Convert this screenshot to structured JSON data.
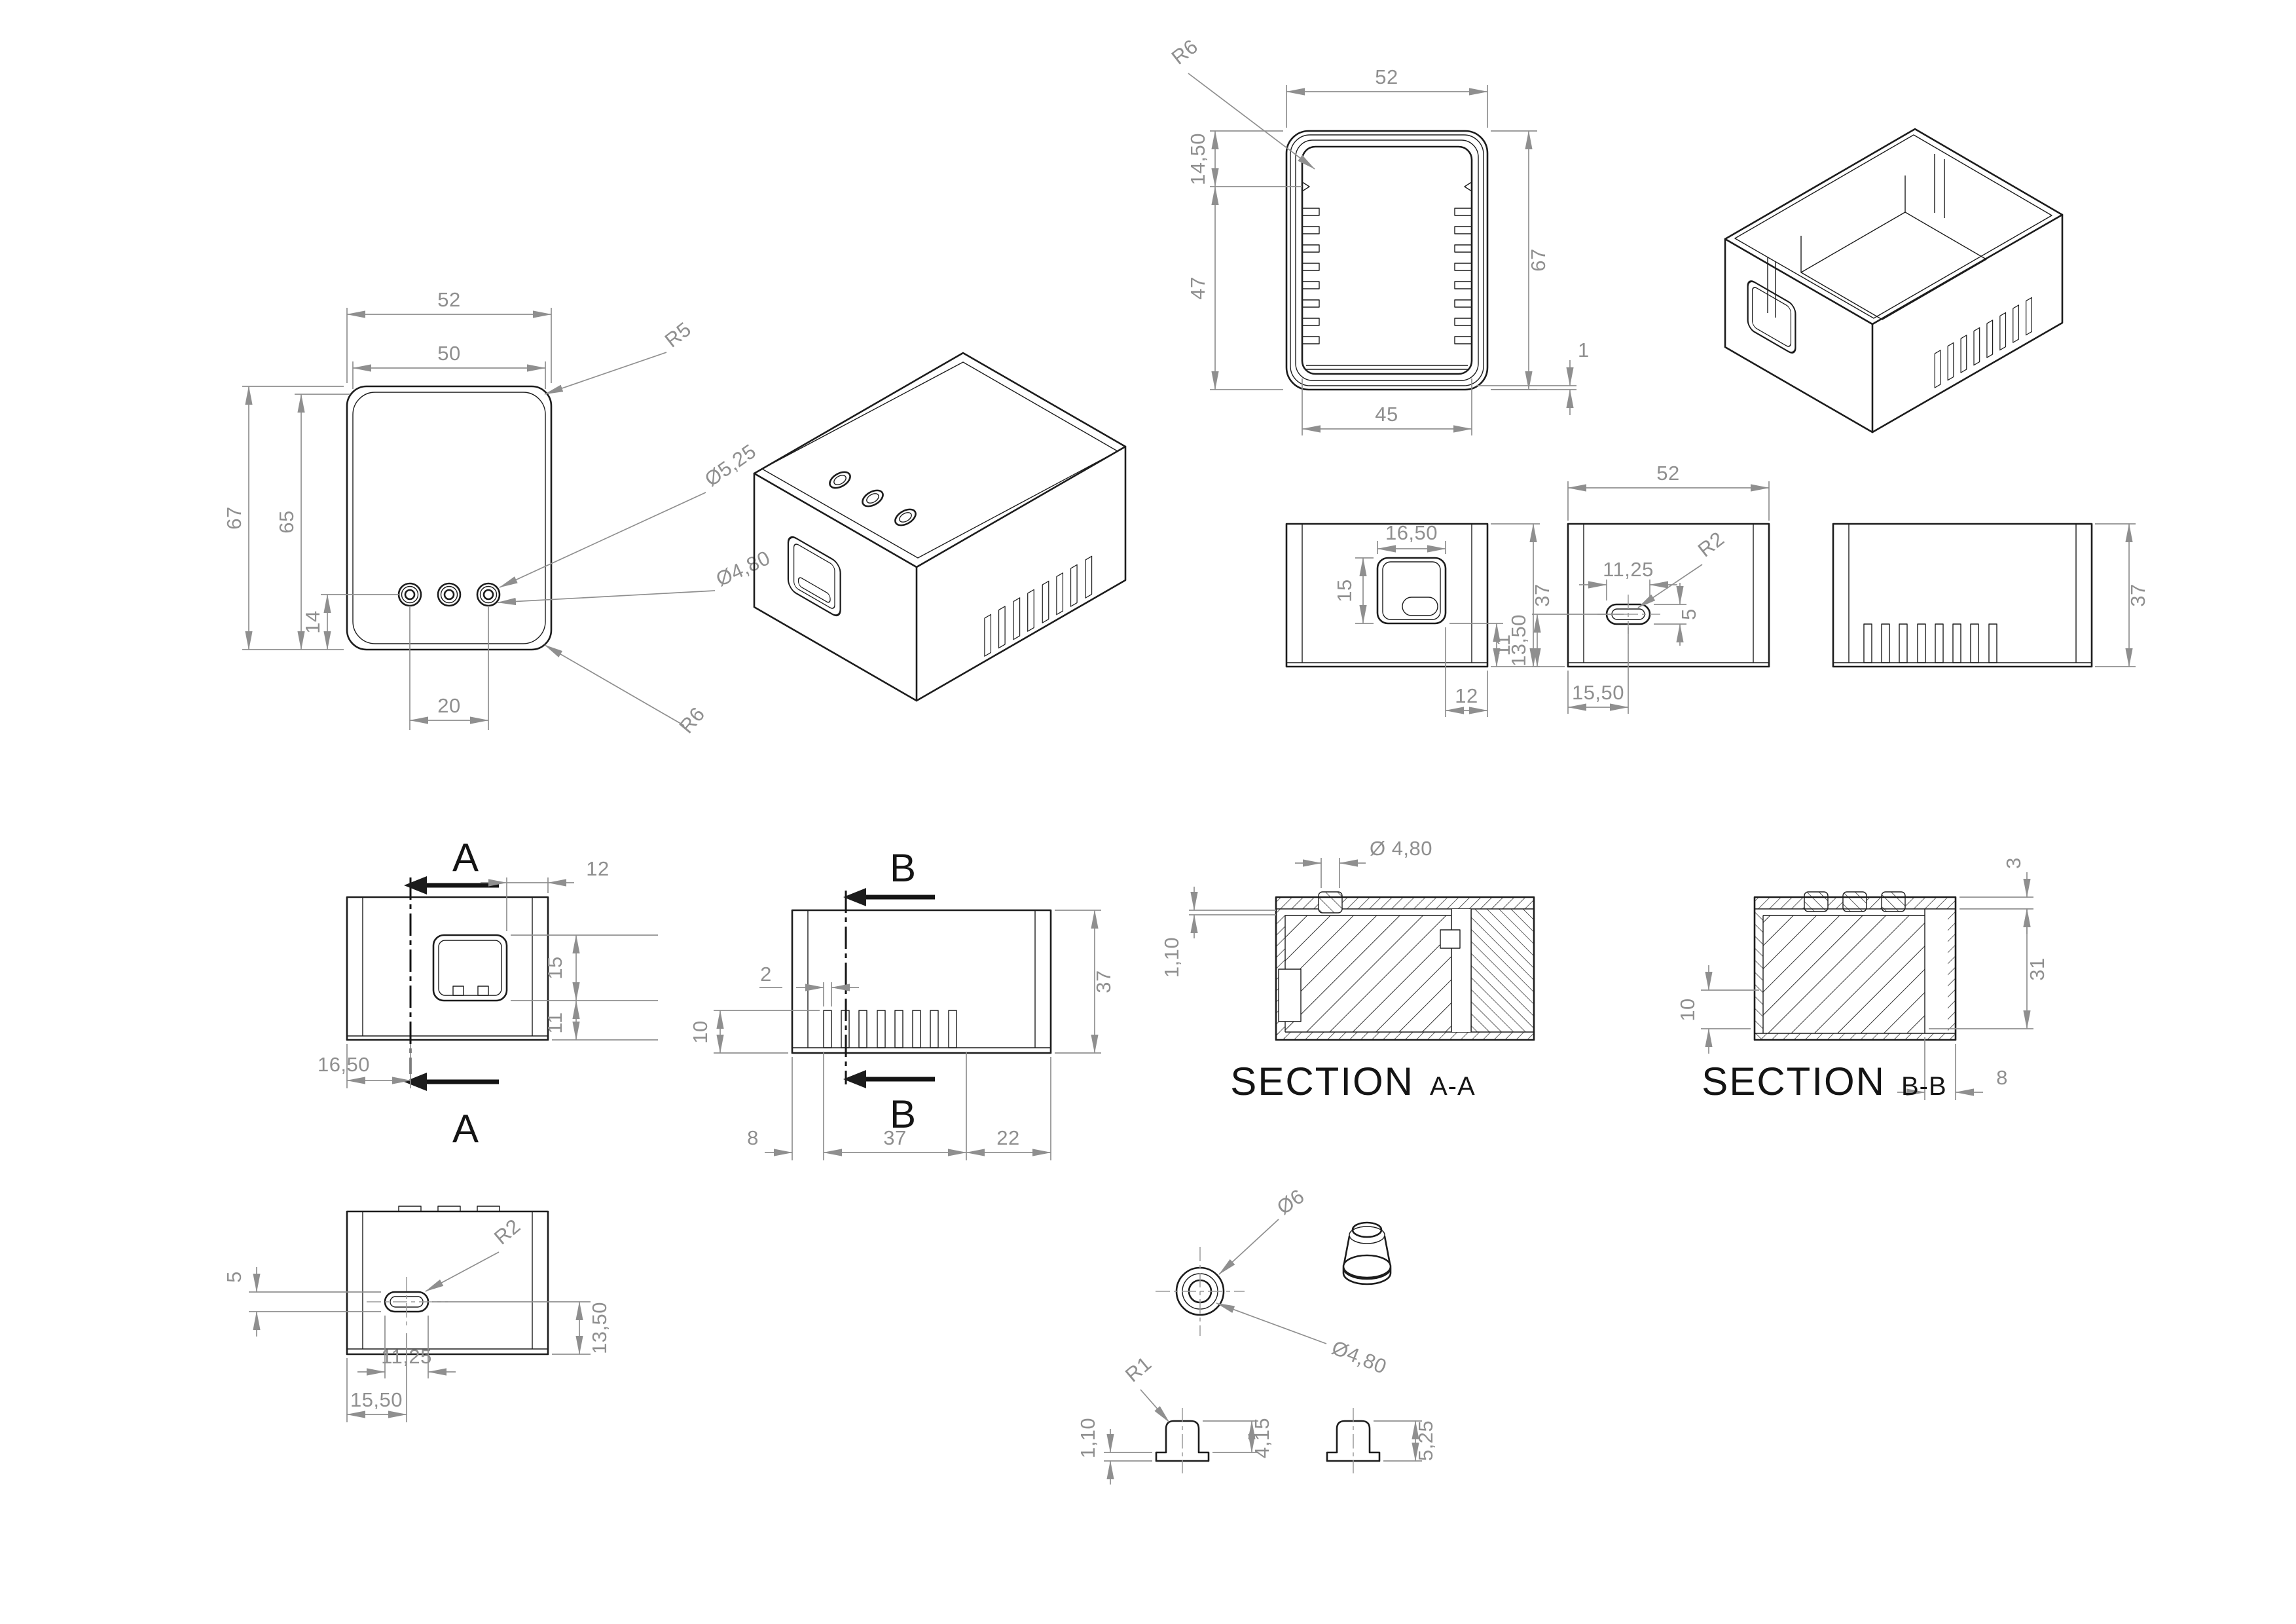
{
  "drawing": {
    "background": "#ffffff",
    "line_color": "#1c1c1c",
    "dim_color": "#8f8f8f",
    "section_labels": {
      "section": "SECTION",
      "aa": "A-A",
      "bb": "B-B",
      "marker_a": "A",
      "marker_b": "B"
    },
    "dims": {
      "d52": "52",
      "d50": "50",
      "d67": "67",
      "d65": "65",
      "d14": "14",
      "d20": "20",
      "r5": "R5",
      "dia525": "Ø5,25",
      "dia480": "Ø4,80",
      "r6": "R6",
      "d1450": "14,50",
      "d47": "47",
      "d45": "45",
      "d1": "1",
      "d1650": "16,50",
      "d15": "15",
      "d37": "37",
      "d11": "11",
      "d12": "12",
      "r2": "R2",
      "d1125": "11,25",
      "d5": "5",
      "d1350": "13,50",
      "d1550": "15,50",
      "d2": "2",
      "d10": "10",
      "d8": "8",
      "d22": "22",
      "dia480sp": "Ø 4,80",
      "d110": "1,10",
      "d3": "3",
      "d31": "31",
      "dia6": "Ø6",
      "r1": "R1",
      "d415": "4,15",
      "d525": "5,25"
    },
    "views": [
      "top-view-lid",
      "isometric-assembled",
      "top-view-open-shell",
      "isometric-open-shell",
      "front-view-shell",
      "back-view-shell",
      "side-view-shell",
      "section-cut-a-source",
      "section-cut-b-source",
      "section-a-a",
      "section-b-b",
      "front-view-lid",
      "grommet-detail"
    ]
  }
}
